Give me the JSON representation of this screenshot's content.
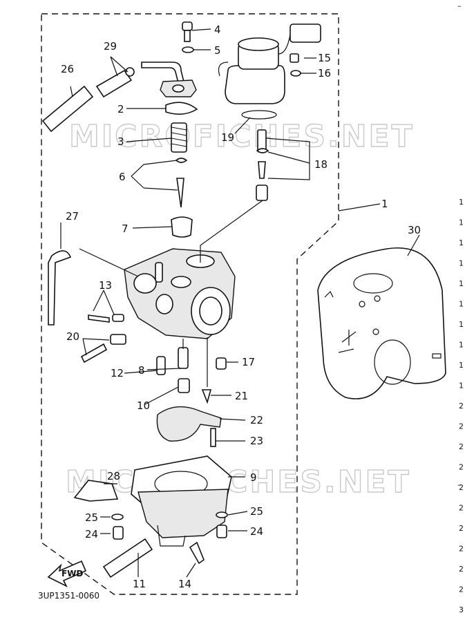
{
  "watermark": "MICROFICHES.NET",
  "diagram_code": "3UP1351-0060",
  "fwd_label": "FWD",
  "bottom_smudge": "",
  "top_right_mark": "–",
  "edge_digits": [
    "1",
    "1",
    "1",
    "1",
    "1",
    "1",
    "1",
    "1",
    "1",
    "1",
    "2",
    "2",
    "2",
    "2",
    "2",
    "2",
    "2",
    "2",
    "2",
    "2",
    "3"
  ],
  "callouts": [
    {
      "id": "c1",
      "text": "1"
    },
    {
      "id": "c2",
      "text": "2"
    },
    {
      "id": "c3",
      "text": "3"
    },
    {
      "id": "c4",
      "text": "4"
    },
    {
      "id": "c5",
      "text": "5"
    },
    {
      "id": "c6",
      "text": "6"
    },
    {
      "id": "c7",
      "text": "7"
    },
    {
      "id": "c8",
      "text": "8"
    },
    {
      "id": "c9",
      "text": "9"
    },
    {
      "id": "c10",
      "text": "10"
    },
    {
      "id": "c11",
      "text": "11"
    },
    {
      "id": "c12",
      "text": "12"
    },
    {
      "id": "c13",
      "text": "13"
    },
    {
      "id": "c14",
      "text": "14"
    },
    {
      "id": "c15",
      "text": "15"
    },
    {
      "id": "c16",
      "text": "16"
    },
    {
      "id": "c17",
      "text": "17"
    },
    {
      "id": "c18",
      "text": "18"
    },
    {
      "id": "c19",
      "text": "19"
    },
    {
      "id": "c20",
      "text": "20"
    },
    {
      "id": "c21",
      "text": "21"
    },
    {
      "id": "c22",
      "text": "22"
    },
    {
      "id": "c23",
      "text": "23"
    },
    {
      "id": "c24a",
      "text": "24"
    },
    {
      "id": "c24b",
      "text": "24"
    },
    {
      "id": "c25a",
      "text": "25"
    },
    {
      "id": "c25b",
      "text": "25"
    },
    {
      "id": "c26",
      "text": "26"
    },
    {
      "id": "c27",
      "text": "27"
    },
    {
      "id": "c28",
      "text": "28"
    },
    {
      "id": "c29",
      "text": "29"
    },
    {
      "id": "c30",
      "text": "30"
    }
  ]
}
